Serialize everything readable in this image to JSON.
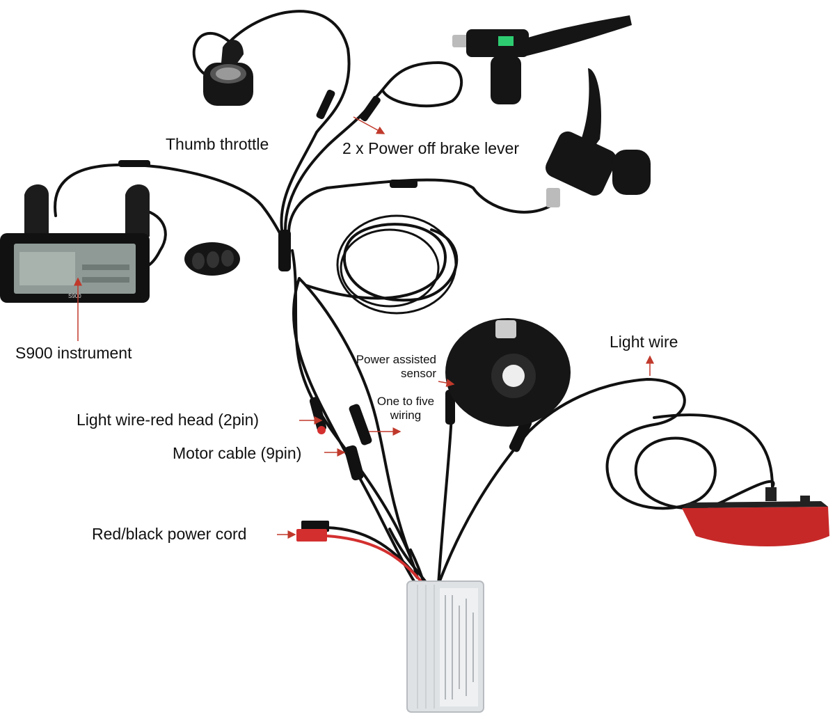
{
  "labels": {
    "thumb_throttle": "Thumb throttle",
    "brake_lever": "2 x Power off brake lever",
    "instrument": "S900 instrument",
    "light_wire": "Light wire",
    "pas_sensor_line1": "Power assisted",
    "pas_sensor_line2": "sensor",
    "one_to_five_line1": "One to five",
    "one_to_five_line2": "wiring",
    "light_head": "Light wire-red head (2pin)",
    "motor_cable": "Motor cable (9pin)",
    "power_cord": "Red/black power cord"
  },
  "display_brand": "S900",
  "colors": {
    "cable": "#111111",
    "arrow": "#c0392b",
    "tail_light": "#c62828",
    "power_red": "#d32f2f",
    "controller": "#dfe2e5",
    "lcd": "#8f9a96"
  }
}
